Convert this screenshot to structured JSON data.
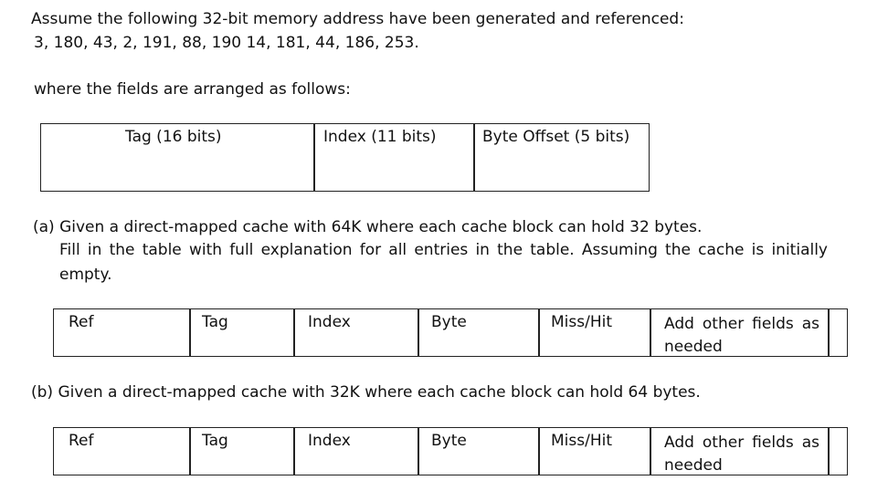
{
  "intro": {
    "line1": "Assume  the following 32-bit memory address have been generated and referenced:",
    "line2": "3, 180, 43, 2, 191, 88, 190 14, 181, 44, 186, 253.",
    "line3": "where the fields are arranged as follows:"
  },
  "fields": [
    "Tag (16 bits)",
    "Index (11 bits)",
    "Byte Offset (5 bits)"
  ],
  "part_a": {
    "line1": "(a) Given a  direct-mapped cache with 64K  where each  cache block can hold 32 bytes.",
    "line2": "Fill in the table with full explanation for all entries in the table. Assuming the cache is initially",
    "line3": "empty."
  },
  "part_b": {
    "line1": "(b) Given a direct-mapped cache with  32K where each cache block can hold  64 bytes."
  },
  "table_headers": [
    "Ref",
    "Tag",
    "Index",
    "Byte",
    "Miss/Hit",
    "Add other fields as needed"
  ]
}
